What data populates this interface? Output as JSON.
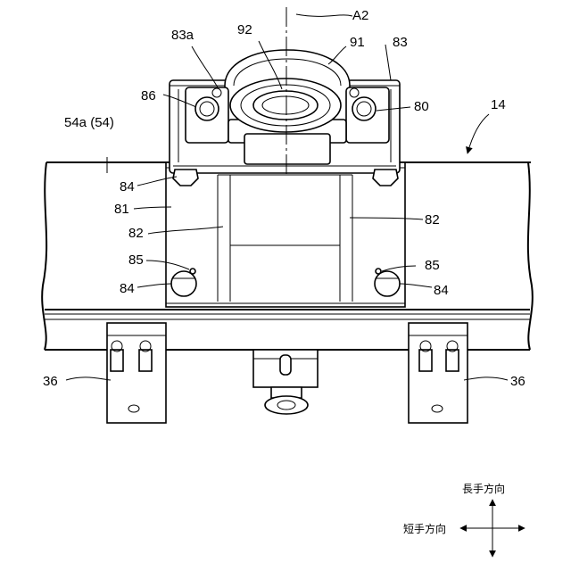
{
  "figure": {
    "labels": {
      "axis": "A2",
      "bearing_unit": "92",
      "housing": "91",
      "base_plate": "83",
      "base_plate_part": "83a",
      "bolt_86": "86",
      "bolt_80": "80",
      "frame_member": "54a (54)",
      "frame_ref": "14",
      "bolt_84_tl": "84",
      "bracket_plate": "81",
      "rib_left": "82",
      "rib_right": "82",
      "pin_left": "85",
      "pin_right": "85",
      "bolt_84_bl": "84",
      "bolt_84_br": "84",
      "foot_left": "36",
      "foot_right": "36"
    },
    "direction": {
      "longitudinal": "長手方向",
      "transverse": "短手方向"
    }
  }
}
